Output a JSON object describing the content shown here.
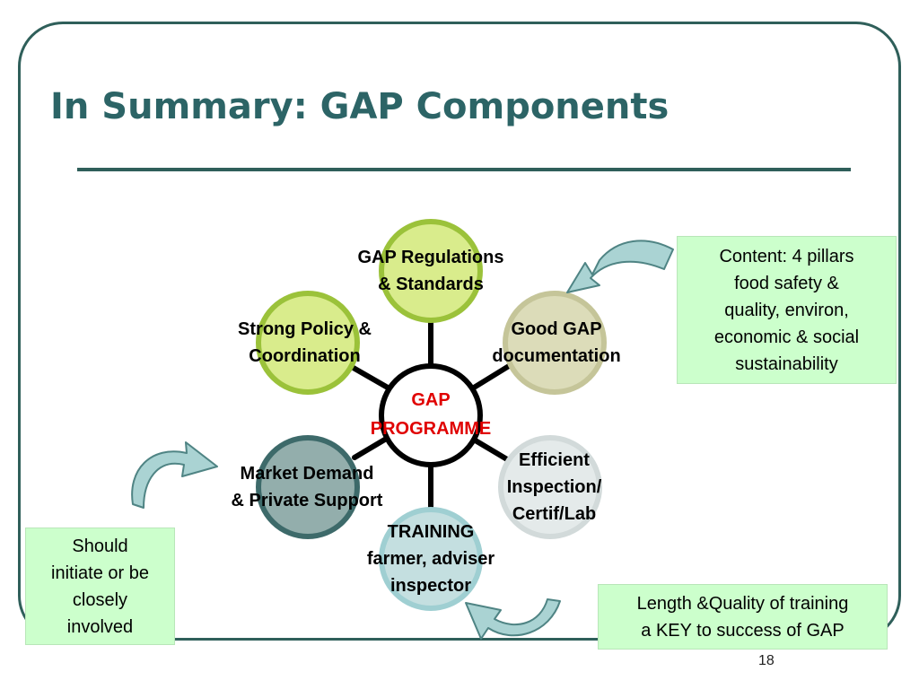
{
  "slide": {
    "title": "In Summary: GAP Components",
    "page_number": "18"
  },
  "diagram": {
    "hub": {
      "label": "GAP\nPROGRAMME"
    },
    "nodes": [
      {
        "id": "regulations",
        "label": "GAP Regulations\n& Standards",
        "fill": "#d9ec8c",
        "ring": "#9bc23a"
      },
      {
        "id": "documentation",
        "label": "Good GAP\ndocumentation",
        "fill": "#dcdcb9",
        "ring": "#c5c599"
      },
      {
        "id": "inspection",
        "label": "Efficient\nInspection/\nCertif/Lab",
        "fill": "#e4eaea",
        "ring": "#d2dada"
      },
      {
        "id": "training",
        "label": "TRAINING\nfarmer, adviser\ninspector",
        "fill": "#c4dfe0",
        "ring": "#9fcfd2"
      },
      {
        "id": "market",
        "label": "Market Demand\n& Private Support",
        "fill": "#93aeac",
        "ring": "#3d6a6a"
      },
      {
        "id": "policy",
        "label": "Strong Policy &\nCoordination",
        "fill": "#d9ec8c",
        "ring": "#9bc23a"
      }
    ]
  },
  "notes": {
    "content": "Content: 4 pillars\nfood safety &\nquality, environ,\neconomic & social\nsustainability",
    "should": "Should\ninitiate or be\nclosely\ninvolved",
    "length": "Length &Quality of training\na KEY to success of GAP"
  },
  "colors": {
    "title": "#2c6466",
    "frame": "#2f5f5a",
    "note_fill": "#ccffcc",
    "hub_text": "#e00000",
    "arrow_fill": "#aad3d3",
    "arrow_stroke": "#4f8484"
  }
}
